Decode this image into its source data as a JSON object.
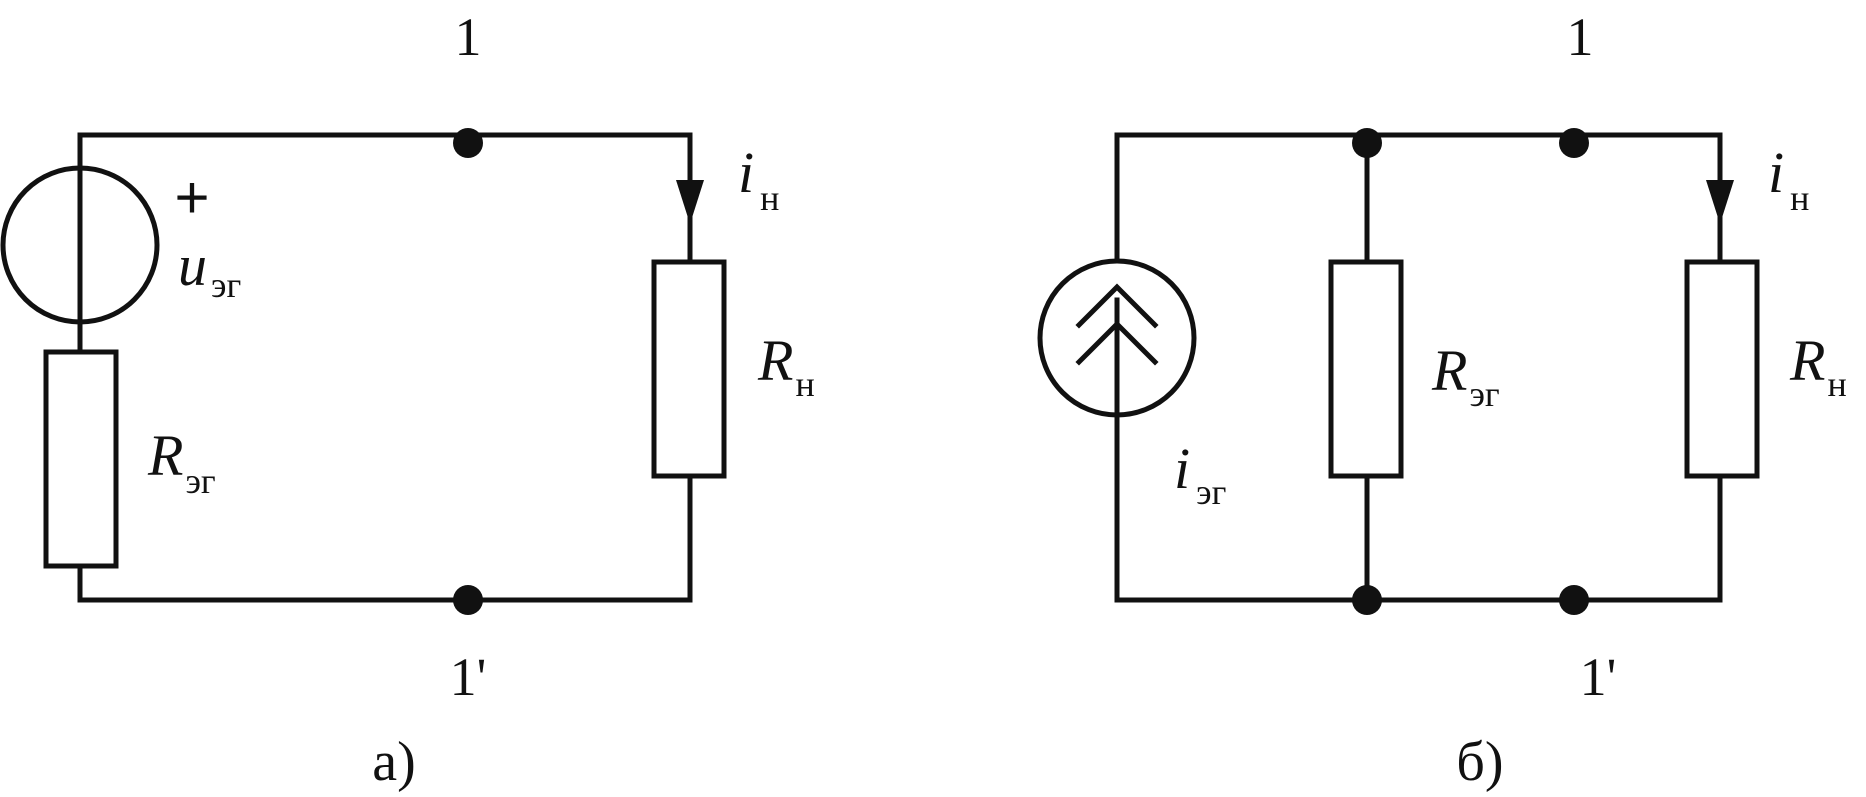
{
  "circuit_a": {
    "caption": "а)",
    "node_top": "1",
    "node_bottom": "1'",
    "source_voltage": {
      "symbol": "u",
      "subscript": "эг",
      "polarity": "+"
    },
    "source_resistor": {
      "symbol": "R",
      "subscript": "эг"
    },
    "load_current": {
      "symbol": "i",
      "subscript": "н"
    },
    "load_resistor": {
      "symbol": "R",
      "subscript": "н"
    }
  },
  "circuit_b": {
    "caption": "б)",
    "node_top": "1",
    "node_bottom": "1'",
    "source_current": {
      "symbol": "i",
      "subscript": "эг"
    },
    "source_resistor": {
      "symbol": "R",
      "subscript": "эг"
    },
    "load_current": {
      "symbol": "i",
      "subscript": "н"
    },
    "load_resistor": {
      "symbol": "R",
      "subscript": "н"
    }
  }
}
